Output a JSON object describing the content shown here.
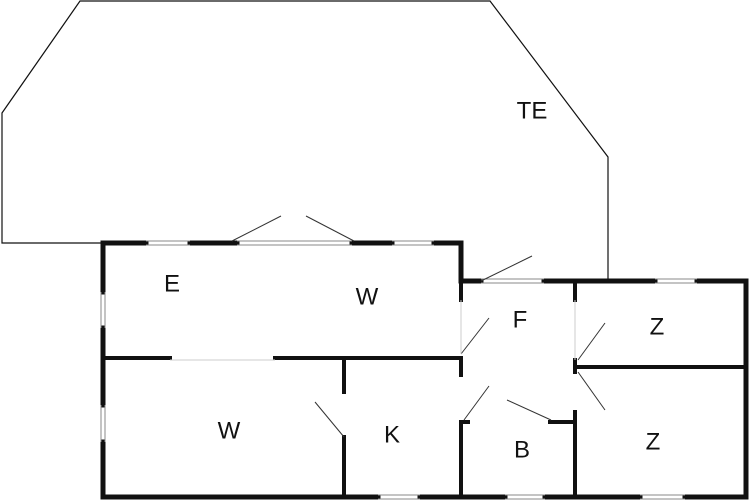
{
  "floorplan": {
    "rooms": [
      {
        "id": "terrace",
        "label": "TE"
      },
      {
        "id": "entrance",
        "label": "E"
      },
      {
        "id": "living-upper",
        "label": "W"
      },
      {
        "id": "living-lower",
        "label": "W"
      },
      {
        "id": "hall",
        "label": "F"
      },
      {
        "id": "kitchen",
        "label": "K"
      },
      {
        "id": "bathroom",
        "label": "B"
      },
      {
        "id": "room-upper",
        "label": "Z"
      },
      {
        "id": "room-lower",
        "label": "Z"
      }
    ],
    "colors": {
      "wall": "#111111",
      "background": "#ffffff",
      "opening": "#cccccc"
    }
  }
}
